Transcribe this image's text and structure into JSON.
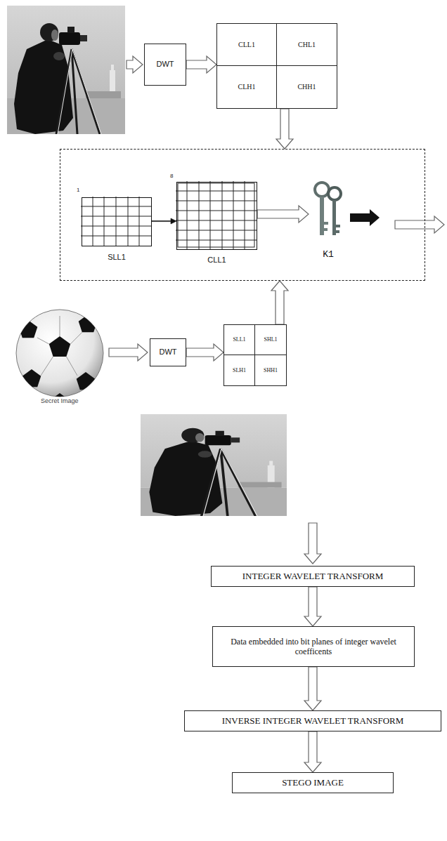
{
  "diagram": {
    "nodes": [
      {
        "text": [
          "DWT"
        ]
      },
      {
        "text": [
          "CLL1",
          "CHL1",
          "CLH1",
          "CHH1"
        ]
      },
      {
        "text": []
      },
      {
        "text": [
          "SLL1"
        ],
        "in": 2
      },
      {
        "text": [
          "CLL1"
        ],
        "in": 2
      },
      {
        "text": [
          "K1"
        ],
        "in": 2
      },
      {
        "text": [
          "DWT"
        ]
      },
      {
        "text": [
          "SLL1",
          "SHL1",
          "SLH1",
          "SHH1"
        ]
      },
      {
        "text": [
          "INTEGER WAVELET TRANSFORM"
        ]
      },
      {
        "text": [
          "Data embedded into bit planes of integer wavelet coefficents"
        ]
      },
      {
        "text": [
          "INVERSE INTEGER WAVELET TRANSFORM"
        ]
      },
      {
        "text": [
          "STEGO IMAGE"
        ]
      }
    ],
    "edges": [
      {
        "from": 0,
        "to": 1,
        "arrow": "to"
      },
      {
        "from": 1,
        "to": 2,
        "arrow": "to"
      },
      {
        "from": 3,
        "to": 4,
        "arrow": "to"
      },
      {
        "from": 4,
        "to": 5,
        "arrow": "to"
      },
      {
        "from": 7,
        "to": 2,
        "arrow": "to"
      },
      {
        "from": 6,
        "to": 7,
        "arrow": "to"
      },
      {
        "from": 8,
        "to": 9,
        "arrow": "to"
      },
      {
        "from": 9,
        "to": 10,
        "arrow": "to"
      },
      {
        "from": 10,
        "to": 11,
        "arrow": "to"
      }
    ],
    "labels": [
      "Secret Image",
      "1",
      "8"
    ]
  }
}
